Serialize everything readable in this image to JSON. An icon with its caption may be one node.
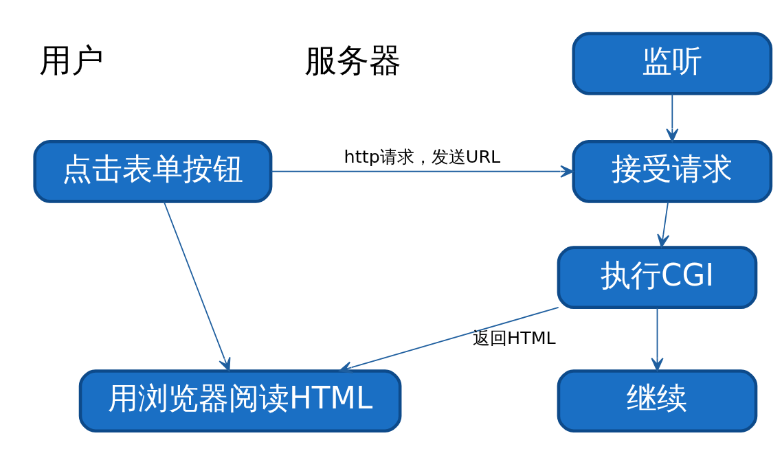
{
  "diagram": {
    "nodes": [
      {
        "text": [
          "点击表单按钮"
        ]
      },
      {
        "text": [
          "用浏览器阅读HTML"
        ]
      },
      {
        "text": [
          "监听"
        ]
      },
      {
        "text": [
          "接受请求"
        ]
      },
      {
        "text": [
          "执行CGI"
        ]
      },
      {
        "text": [
          "继续"
        ]
      }
    ],
    "edges": [
      {
        "from": 0,
        "to": 1,
        "arrow": "to"
      },
      {
        "from": 0,
        "to": 3,
        "arrow": "to",
        "label": "http请求，发送URL"
      },
      {
        "from": 2,
        "to": 3,
        "arrow": "to"
      },
      {
        "from": 3,
        "to": 4,
        "arrow": "to"
      },
      {
        "from": 4,
        "to": 1,
        "arrow": "to",
        "label": "返回HTML"
      },
      {
        "from": 4,
        "to": 5,
        "arrow": "to"
      }
    ],
    "labels": [
      "用户",
      "服务器"
    ]
  }
}
